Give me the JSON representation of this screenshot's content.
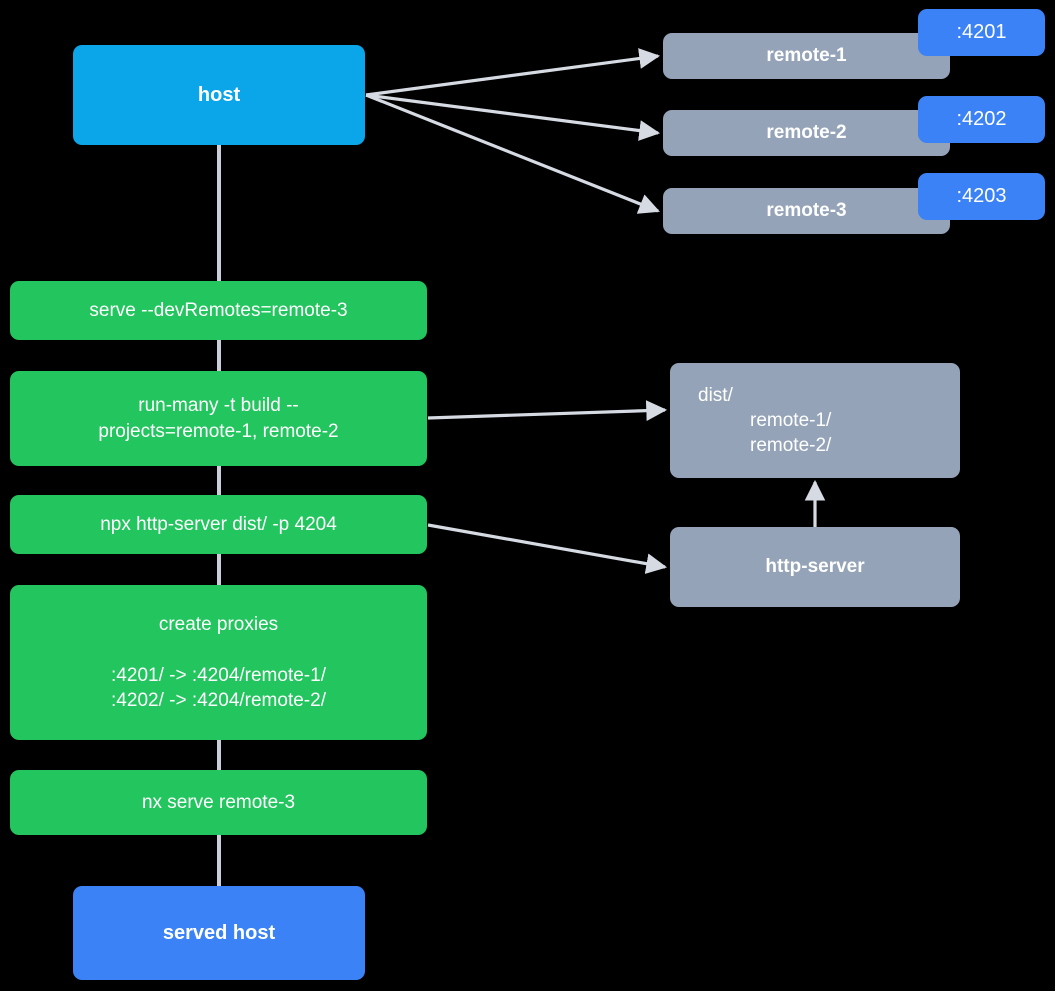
{
  "diagram": {
    "title": "Nx module federation host and remotes serve flow",
    "background": "#000000",
    "colors": {
      "host": "#0ba5e9",
      "served_host": "#3b82f6",
      "remote": "#94a3b8",
      "command": "#22c55e",
      "port_badge": "#3b82f6",
      "edge": "#d6dbe3",
      "text": "#ffffff"
    }
  },
  "nodes": {
    "host": {
      "label": "host"
    },
    "served_host": {
      "label": "served host"
    },
    "remotes": [
      {
        "label": "remote-1",
        "port": ":4201"
      },
      {
        "label": "remote-2",
        "port": ":4202"
      },
      {
        "label": "remote-3",
        "port": ":4203"
      }
    ],
    "commands": [
      {
        "id": "serve-devremotes",
        "label": "serve --devRemotes=remote-3"
      },
      {
        "id": "run-many-build",
        "line1": "run-many -t build --",
        "line2": "projects=remote-1, remote-2"
      },
      {
        "id": "npx-http-server",
        "label": "npx http-server dist/ -p 4204"
      },
      {
        "id": "create-proxies",
        "title": "create proxies",
        "line1": ":4201/ -> :4204/remote-1/",
        "line2": ":4202/ -> :4204/remote-2/"
      },
      {
        "id": "nx-serve-remote3",
        "label": "nx serve remote-3"
      }
    ],
    "dist": {
      "line1": "dist/",
      "line2": "remote-1/",
      "line3": "remote-2/"
    },
    "http_server": {
      "label": "http-server"
    }
  },
  "edges": [
    {
      "from": "host",
      "to": "remote-1"
    },
    {
      "from": "host",
      "to": "remote-2"
    },
    {
      "from": "host",
      "to": "remote-3"
    },
    {
      "from": "host",
      "to": "serve-devremotes"
    },
    {
      "from": "serve-devremotes",
      "to": "run-many-build"
    },
    {
      "from": "run-many-build",
      "to": "dist"
    },
    {
      "from": "run-many-build",
      "to": "npx-http-server"
    },
    {
      "from": "npx-http-server",
      "to": "http-server"
    },
    {
      "from": "http-server",
      "to": "dist"
    },
    {
      "from": "npx-http-server",
      "to": "create-proxies"
    },
    {
      "from": "create-proxies",
      "to": "nx-serve-remote3"
    },
    {
      "from": "nx-serve-remote3",
      "to": "served-host"
    }
  ]
}
